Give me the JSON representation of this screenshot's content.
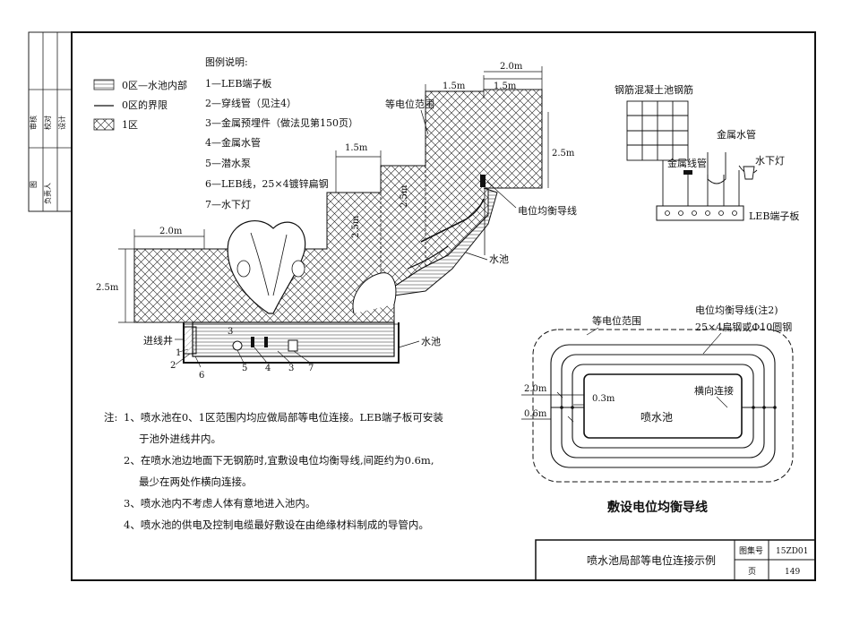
{
  "side_strip": {
    "cells": [
      "审核",
      "校对",
      "设计",
      "图",
      "负责人"
    ]
  },
  "legend": {
    "heading": "图例说明:",
    "items": [
      "1—LEB端子板",
      "2—穿线管（见注4）",
      "3—金属预埋件（做法见第150页）",
      "4—金属水管",
      "5—潜水泵",
      "6—LEB线，25×4镀锌扁钢",
      "7—水下灯"
    ],
    "zones": [
      {
        "label": "0区—水池内部"
      },
      {
        "label": "0区的界限"
      },
      {
        "label": "1区"
      }
    ]
  },
  "section": {
    "dims": {
      "d_2m_top": "2.0m",
      "d_15m_a": "1.5m",
      "d_15m_b": "1.5m",
      "d_15m_mid": "1.5m",
      "d_2m_left": "2.0m",
      "d_25m_left": "2.5m",
      "d_25m_right": "2.5m",
      "d_25m_mid": "2.5m",
      "d_25m_mid2": "2.5m"
    },
    "labels": {
      "equi_range": "等电位范围",
      "balance_wire": "电位均衡导线",
      "pool_upper": "水池",
      "pool_lower": "水池",
      "inlet_well": "进线井",
      "n1": "1",
      "n2": "2",
      "n3": "3",
      "n3b": "3",
      "n4": "4",
      "n5": "5",
      "n6": "6",
      "n7": "7"
    }
  },
  "connection": {
    "rebar": "钢筋混凝土池钢筋",
    "metal_pipe": "金属水管",
    "metal_conduit": "金属线管",
    "underwater_lamp": "水下灯",
    "leb_board": "LEB端子板"
  },
  "plan": {
    "balance_wire": "电位均衡导线(注2)",
    "flat_steel": "25×4扁钢或Φ10圆钢",
    "equi_range": "等电位范围",
    "d_2m": "2.0m",
    "d_06m": "0.6m",
    "d_03m": "0.3m",
    "cross_conn": "横向连接",
    "fountain": "喷水池",
    "caption": "敷设电位均衡导线"
  },
  "notes": {
    "prefix": "注:",
    "lines": [
      "1、喷水池在0、1区范围内均应做局部等电位连接。LEB端子板可安装",
      "于池外进线井内。",
      "2、在喷水池边地面下无钢筋时,宜敷设电位均衡导线,间距约为0.6m,",
      "最少在两处作横向连接。",
      "3、喷水池内不考虑人体有意地进入池内。",
      "4、喷水池的供电及控制电缆最好敷设在由绝缘材料制成的导管内。"
    ]
  },
  "title_block": {
    "title": "喷水池局部等电位连接示例",
    "atlas_label": "图集号",
    "atlas_no": "15ZD01",
    "page_label": "页",
    "page_no": "149"
  }
}
